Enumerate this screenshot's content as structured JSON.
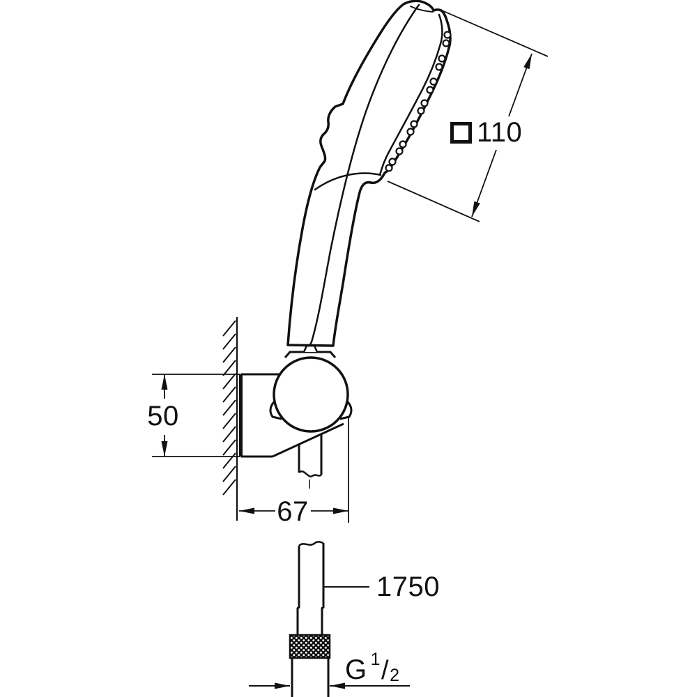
{
  "page": {
    "background": "#ffffff",
    "line_color": "#111111",
    "type": "technical-dimension-drawing"
  },
  "labels": {
    "head_size": {
      "symbol": "square-outline",
      "value": "110"
    },
    "bracket_height": "50",
    "bracket_depth": "67",
    "hose_length": "1750",
    "thread": {
      "letter": "G",
      "numerator": "1",
      "slash": "/",
      "denominator": "2"
    }
  },
  "components": [
    "hand-shower-head",
    "spray-nozzles",
    "spray-mode-button",
    "shower-handle",
    "wall-holder-ball",
    "wall-bracket",
    "wall-hatching",
    "shower-hose",
    "hose-break-symbol",
    "knurled-union-nut",
    "hose-connector"
  ]
}
